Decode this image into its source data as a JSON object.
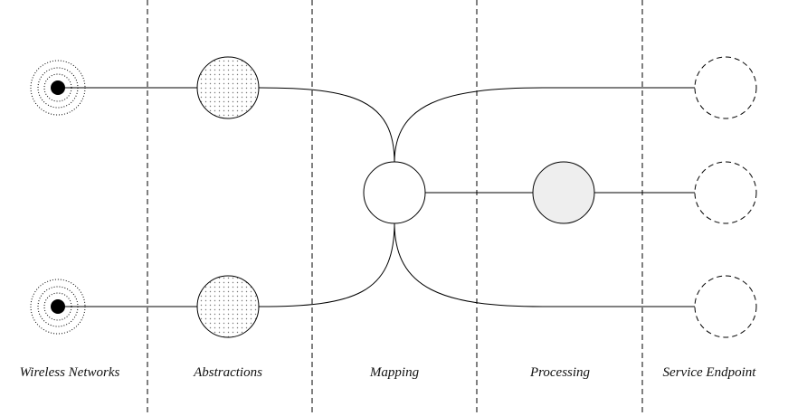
{
  "columns": [
    {
      "label": "Wireless Networks"
    },
    {
      "label": "Abstractions"
    },
    {
      "label": "Mapping"
    },
    {
      "label": "Processing"
    },
    {
      "label": "Service Endpoint"
    }
  ],
  "colors": {
    "stroke": "#000000",
    "dot_pattern": "#777777",
    "processing_fill": "#eeeeee",
    "background": "#ffffff"
  }
}
